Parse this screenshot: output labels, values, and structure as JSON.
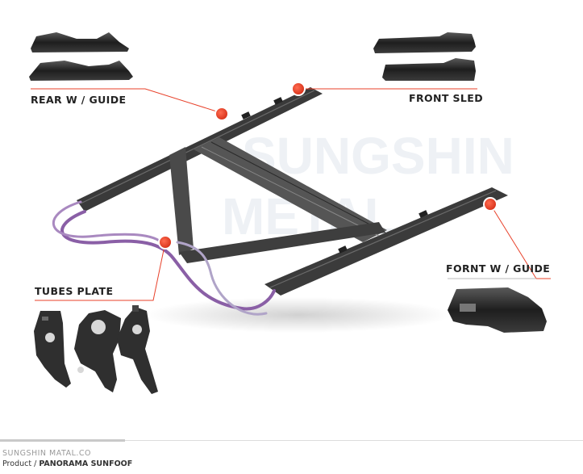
{
  "watermark": {
    "line1": "SUNGSHIN",
    "line2": "METAL"
  },
  "callouts": {
    "rear_guide": "REAR W / GUIDE",
    "front_sled": "FRONT SLED",
    "tubes_plate": "TUBES PLATE",
    "front_guide": "FORNT W / GUIDE"
  },
  "footer": {
    "company": "SUNGSHIN MATAL.CO",
    "product_prefix": "Product /",
    "product_name": "PANORAMA SUNFOOF"
  },
  "colors": {
    "accent": "#e8412a",
    "frame": "#3a3a3a",
    "tube": "#8a5fa6"
  }
}
